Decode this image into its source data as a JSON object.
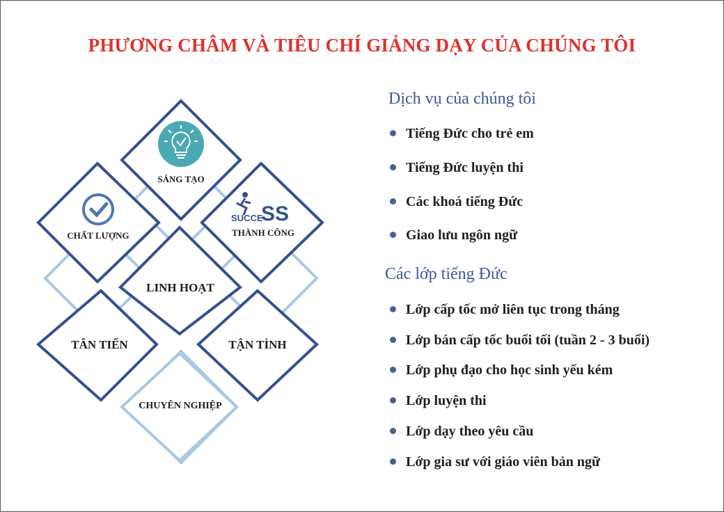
{
  "title": "PHƯƠNG CHÂM VÀ TIÊU CHÍ GIẢNG DẠY CỦA CHÚNG TÔI",
  "colors": {
    "title": "#e0312b",
    "heading": "#3d5a98",
    "dark_border": "#34508f",
    "light_border": "#a9c8e3",
    "bulb_circle": "#4aa9b3",
    "check_circle": "#4f78b0"
  },
  "diagram": {
    "sang_tao": "SÁNG TẠO",
    "chat_luong": "CHẤT LƯỢNG",
    "thanh_cong": "THÀNH CÔNG",
    "success_logo_text": "SUCCESS",
    "linh_hoat": "LINH HOẠT",
    "tan_tien": "TÂN TIẾN",
    "tan_tinh": "TẬN TÌNH",
    "chuyen_nghiep": "CHUYÊN NGHIỆP",
    "icons": [
      "lightbulb-icon",
      "checkmark-icon",
      "success-runner-icon"
    ]
  },
  "services": {
    "heading": "Dịch vụ của chúng tôi",
    "items": [
      "Tiếng Đức cho trẻ em",
      "Tiếng Đức luyện thi",
      "Các khoá tiếng Đức",
      "Giao lưu ngôn ngữ"
    ]
  },
  "classes": {
    "heading": "Các lớp tiếng Đức",
    "items": [
      "Lớp cấp tốc mở liên tục trong tháng",
      "Lớp bán cấp tốc buổi tối (tuần 2 - 3 buổi)",
      "Lớp phụ đạo cho học sinh yếu kém",
      "Lớp luyện thi",
      "Lớp dạy theo yêu cầu",
      "Lớp gia sư với giáo viên bản ngữ"
    ]
  }
}
